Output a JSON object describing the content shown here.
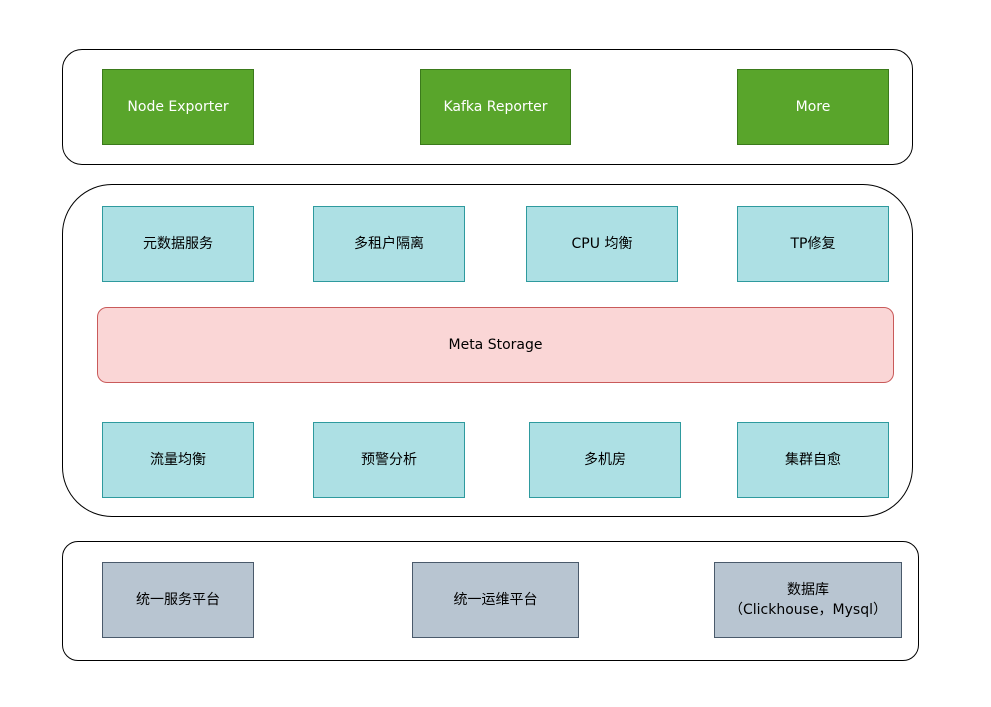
{
  "top_layer": {
    "nodes": [
      {
        "label": "Node Exporter"
      },
      {
        "label": "Kafka Reporter"
      },
      {
        "label": "More"
      }
    ]
  },
  "middle_layer": {
    "row1": [
      {
        "label": "元数据服务"
      },
      {
        "label": "多租户隔离"
      },
      {
        "label": "CPU 均衡"
      },
      {
        "label": "TP修复"
      }
    ],
    "storage": {
      "label": "Meta Storage"
    },
    "row2": [
      {
        "label": "流量均衡"
      },
      {
        "label": "预警分析"
      },
      {
        "label": "多机房"
      },
      {
        "label": "集群自愈"
      }
    ]
  },
  "bottom_layer": {
    "nodes": [
      {
        "label": "统一服务平台"
      },
      {
        "label": "统一运维平台"
      },
      {
        "line1": "数据库",
        "line2": "（Clickhouse，Mysql）"
      }
    ]
  },
  "colors": {
    "green": "#59a52b",
    "cyan": "#ade0e4",
    "pink": "#fad6d6",
    "slate": "#b8c5d1"
  }
}
